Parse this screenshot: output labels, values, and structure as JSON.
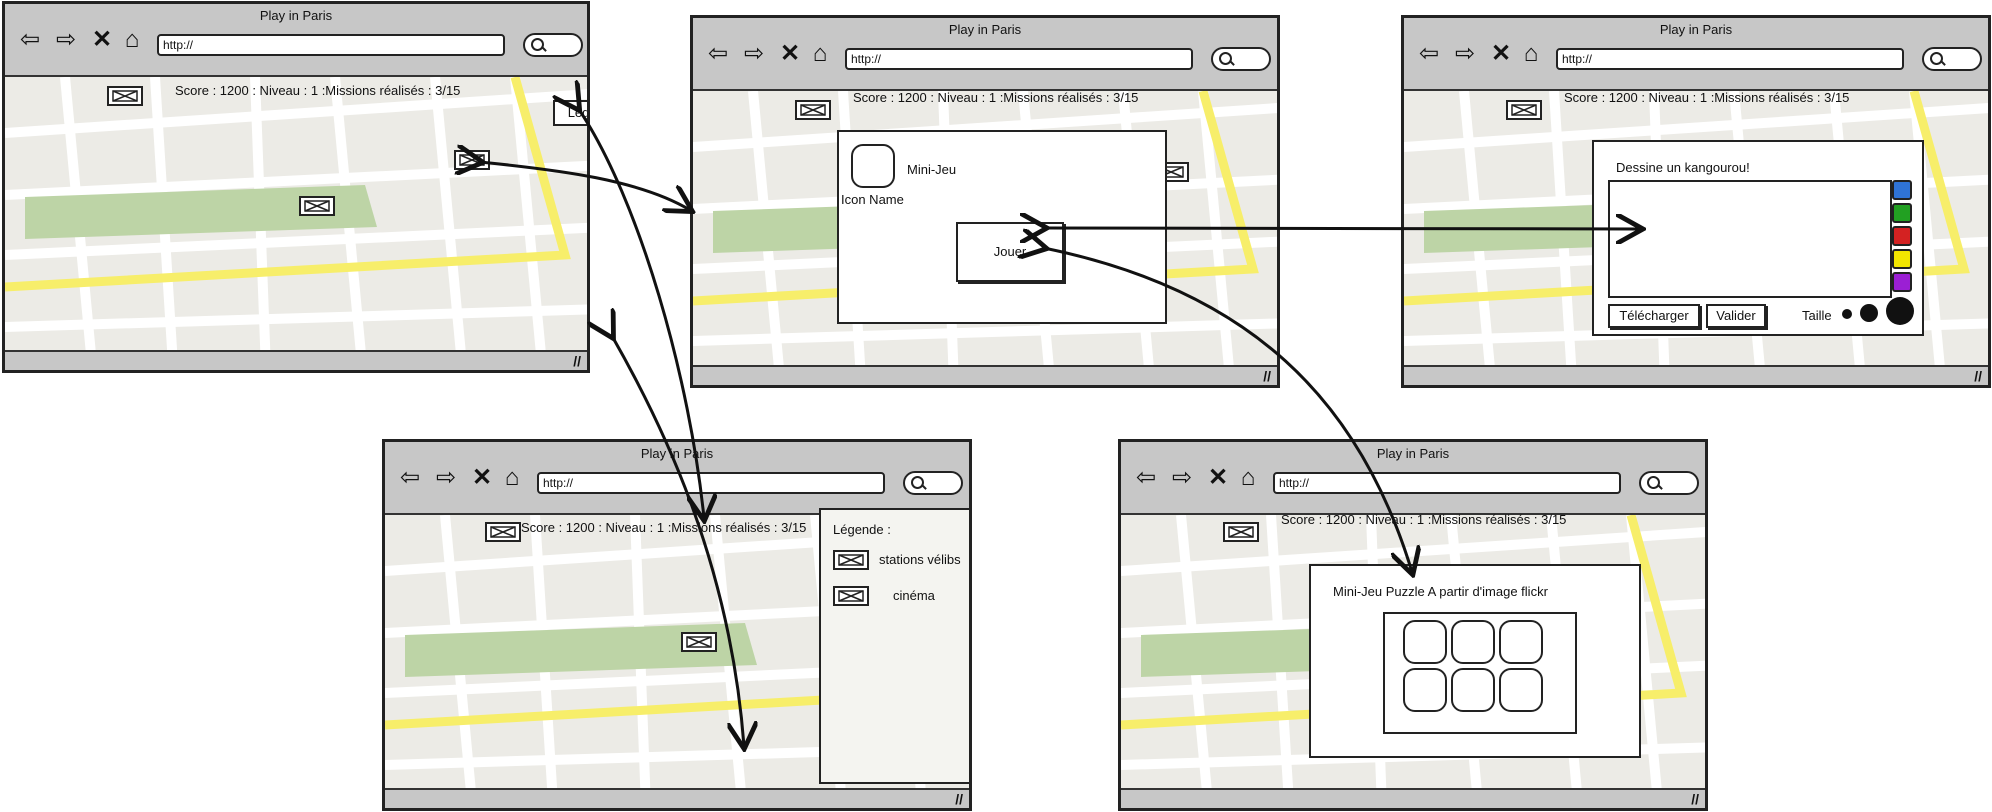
{
  "window_title": "Play in Paris",
  "url_text": "http://",
  "score_line": "Score : 1200 :  Niveau : 1 :Missions réalisés : 3/15",
  "icons": {
    "back": "arrow-left-icon",
    "forward": "arrow-right-icon",
    "stop": "close-icon",
    "home": "home-icon",
    "search": "search-icon",
    "pin": "image-placeholder-icon",
    "resize": "resize-grip-icon"
  },
  "screen1": {
    "legend_button": "Legende"
  },
  "screen2": {
    "game_title": "Mini-Jeu",
    "icon_name": "Icon Name",
    "play_button": "Jouer"
  },
  "screen3": {
    "prompt": "Dessine un kangourou!",
    "download_button": "Télécharger",
    "validate_button": "Valider",
    "size_label": "Taille",
    "colors": [
      "#2f73d6",
      "#22a022",
      "#d42222",
      "#f2e600",
      "#9b1fd4"
    ]
  },
  "screen4": {
    "legend_title": "Légende :",
    "legend_items": [
      "stations vélibs",
      "cinéma"
    ]
  },
  "screen5": {
    "game_title": "Mini-Jeu Puzzle A partir d'image flickr"
  },
  "colors": {
    "map_background": "#ecebe6",
    "road": "#ffffff",
    "main_road": "#f7ee6a",
    "park": "#bdd4a6",
    "chrome": "#c7c7c7"
  }
}
